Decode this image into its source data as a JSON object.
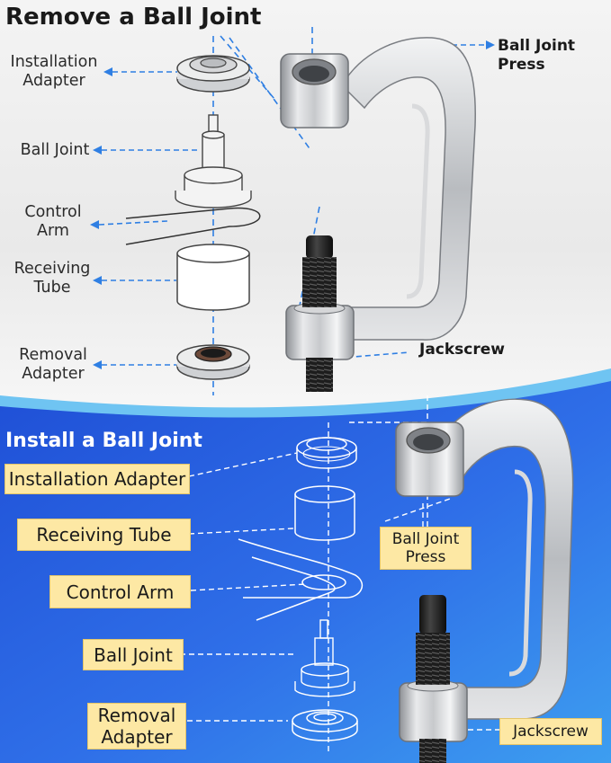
{
  "remove": {
    "title": "Remove a Ball Joint",
    "labels": {
      "installation_adapter": [
        "Installation",
        "Adapter"
      ],
      "ball_joint": "Ball Joint",
      "control_arm": [
        "Control",
        "Arm"
      ],
      "receiving_tube": [
        "Receiving",
        "Tube"
      ],
      "removal_adapter": [
        "Removal",
        "Adapter"
      ]
    },
    "callouts": {
      "press": [
        "Ball Joint",
        "Press"
      ],
      "jackscrew": "Jackscrew"
    }
  },
  "install": {
    "title": "Install a Ball Joint",
    "tags": {
      "installation_adapter": "Installation Adapter",
      "receiving_tube": "Receiving Tube",
      "control_arm": "Control Arm",
      "ball_joint": "Ball Joint",
      "removal_adapter": [
        "Removal",
        "Adapter"
      ],
      "press": [
        "Ball Joint",
        "Press"
      ],
      "jackscrew": "Jackscrew"
    }
  },
  "colors": {
    "accent_blue": "#2f7fe3",
    "install_bg": "#2f6fe8",
    "tag_fill": "#fde8a4"
  }
}
